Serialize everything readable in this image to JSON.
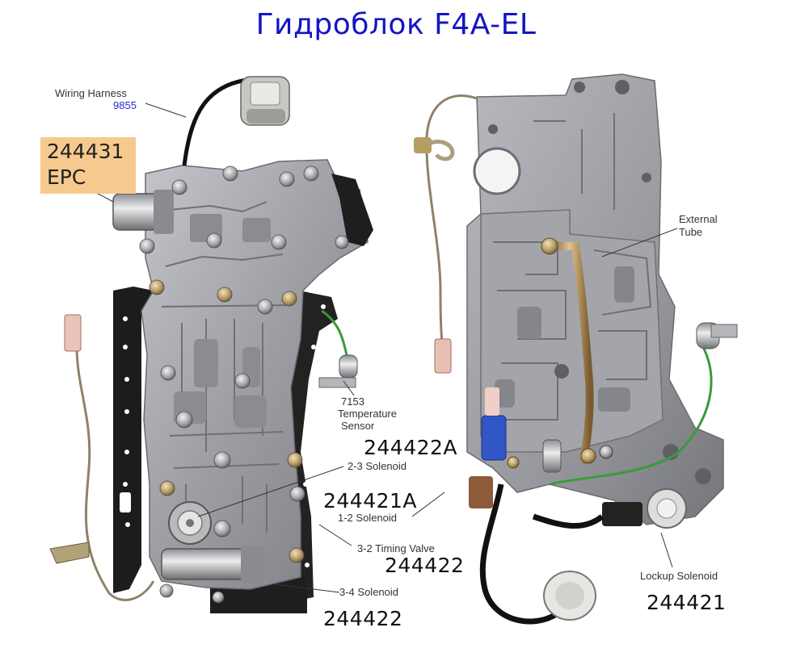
{
  "title": "Гидроблок F4A-EL",
  "labels": {
    "wiring_harness": "Wiring Harness",
    "wiring_harness_num": "9855",
    "epc_num": "244431",
    "epc": "EPC",
    "temp_sensor_1": "7153",
    "temp_sensor_2": "Temperature",
    "temp_sensor_3": "Sensor",
    "external_tube_1": "External",
    "external_tube_2": "Tube",
    "solenoid_23": "2-3 Solenoid",
    "solenoid_12": "1-2 Solenoid",
    "timing_valve": "3-2 Timing Valve",
    "solenoid_34": "3-4 Solenoid",
    "lockup_solenoid": "Lockup Solenoid"
  },
  "part_numbers": {
    "p244422A": "244422A",
    "p244421A": "244421A",
    "p244422_a": "244422",
    "p244422_b": "244422",
    "p244421": "244421"
  },
  "colors": {
    "title": "#1414c8",
    "highlight": "#f6c98e",
    "metal": "#a9aab0",
    "gasket": "#1c1c1c"
  }
}
